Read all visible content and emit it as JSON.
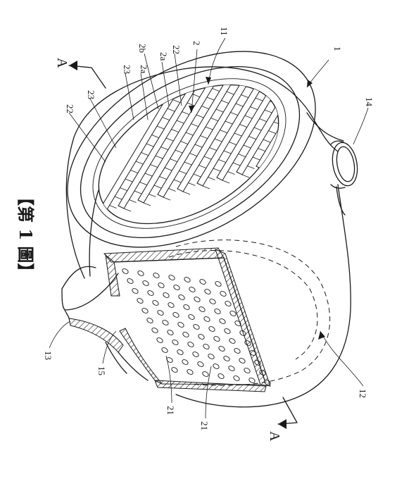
{
  "figure_title": "【第 1 圖】",
  "section_marks": {
    "top": "A",
    "bottom": "A"
  },
  "reference_numerals": {
    "device": "1",
    "inlet": "2",
    "groove_a": "2a",
    "groove_a_lower": "2a",
    "groove_b": "2b",
    "upper_opening": "11",
    "chamber": "12",
    "outlet": "13",
    "pipe": "14",
    "lower_part": "15",
    "hole_left": "21",
    "hole_right": "21",
    "fin_upper": "22",
    "fin_left": "22",
    "slot_upper": "23",
    "slot_left": "23"
  }
}
